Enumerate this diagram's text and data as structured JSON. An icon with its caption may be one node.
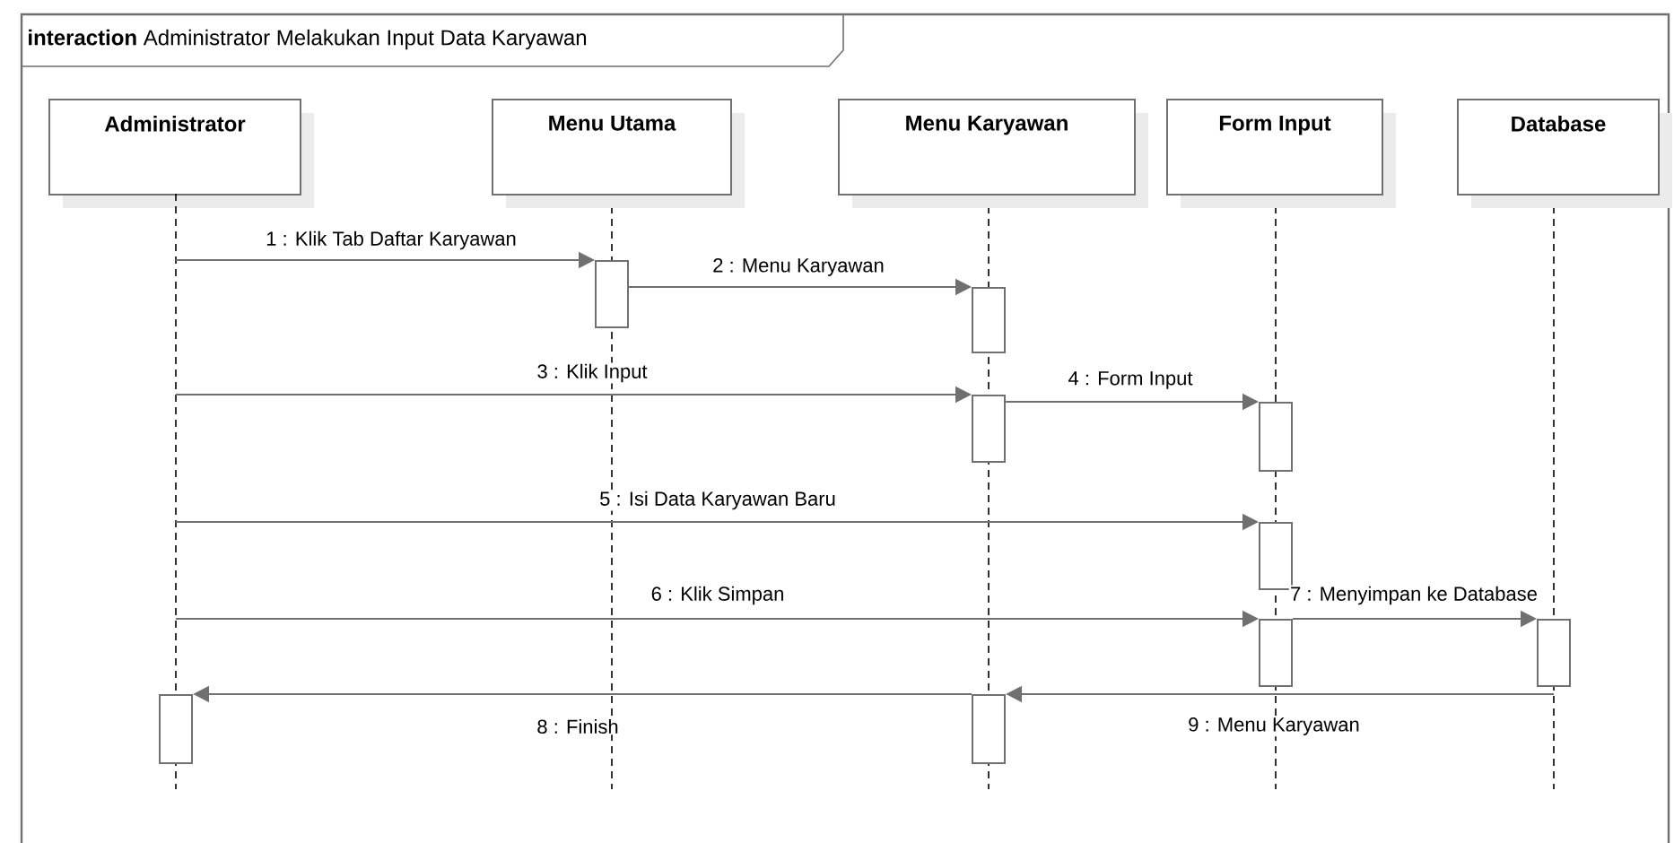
{
  "diagram": {
    "title": "**interaction** Administrator Melakukan Input Data Karyawan",
    "nodes": [
      {
        "text": [
          "Administrator"
        ]
      },
      {
        "text": [
          "Menu Utama"
        ]
      },
      {
        "text": [
          "Menu Karyawan"
        ]
      },
      {
        "text": [
          "Form Input"
        ]
      },
      {
        "text": [
          "Database"
        ]
      },
      {
        "text": [],
        "shape": "line"
      },
      {
        "text": [],
        "shape": "bar"
      },
      {
        "text": [],
        "shape": "bar"
      },
      {
        "text": [],
        "shape": "bar"
      },
      {
        "text": [],
        "shape": "bar"
      },
      {
        "text": [],
        "shape": "bar"
      },
      {
        "text": [],
        "shape": "bar"
      },
      {
        "text": [],
        "shape": "bar"
      },
      {
        "text": [],
        "shape": "bar"
      },
      {
        "text": [],
        "shape": "bar"
      }
    ],
    "edges": [
      {
        "from": 5,
        "to": 6,
        "arrow": "to",
        "label": "1 : Klik Tab Daftar Karyawan"
      },
      {
        "from": 6,
        "to": 7,
        "arrow": "to",
        "label": "2 : Menu Karyawan"
      },
      {
        "from": 5,
        "to": 8,
        "arrow": "to",
        "label": "3 : Klik Input"
      },
      {
        "from": 8,
        "to": 9,
        "arrow": "to",
        "label": "4 : Form Input"
      },
      {
        "from": 5,
        "to": 10,
        "arrow": "to",
        "label": "5 : Isi Data Karyawan Baru"
      },
      {
        "from": 5,
        "to": 11,
        "arrow": "to",
        "label": "6 : Klik Simpan"
      },
      {
        "from": 11,
        "to": 12,
        "arrow": "to",
        "label": "7 : Menyimpan ke Database"
      },
      {
        "from": 14,
        "to": 13,
        "arrow": "to",
        "label": "8 : Finish"
      },
      {
        "from": 12,
        "to": 14,
        "arrow": "to",
        "label": "9 : Menu Karyawan"
      }
    ]
  }
}
